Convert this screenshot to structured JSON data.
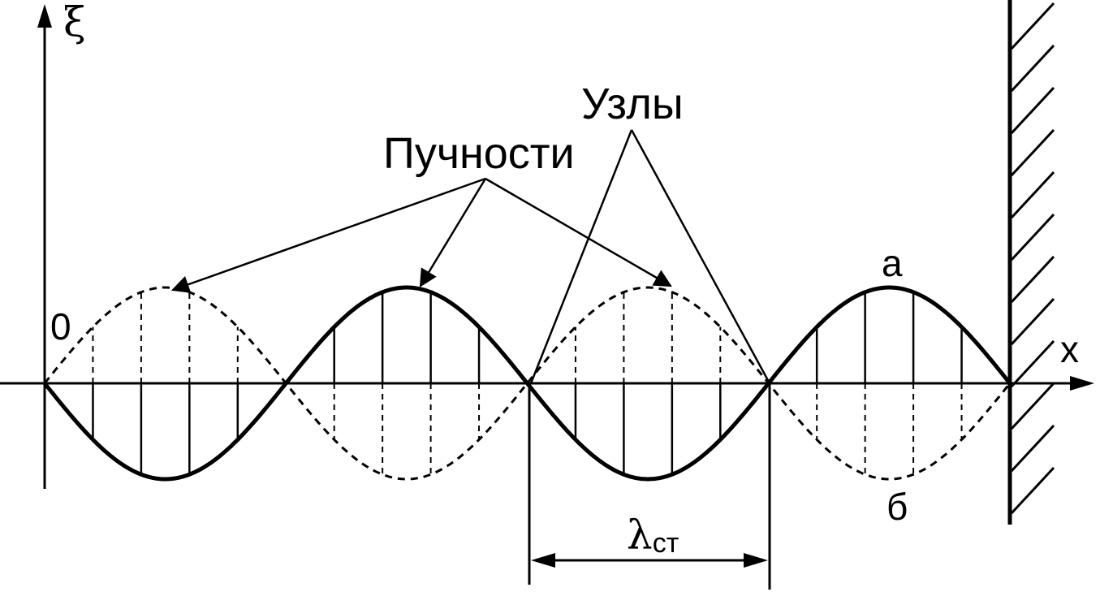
{
  "labels": {
    "y_axis": "ξ",
    "x_axis": "x",
    "origin": "0",
    "antinodes": "Пучности",
    "nodes": "Узлы",
    "curve_a": "а",
    "curve_b": "б",
    "wavelength_symbol": "λ",
    "wavelength_subscript": "ст"
  },
  "colors": {
    "stroke": "#000000",
    "background": "#ffffff"
  }
}
